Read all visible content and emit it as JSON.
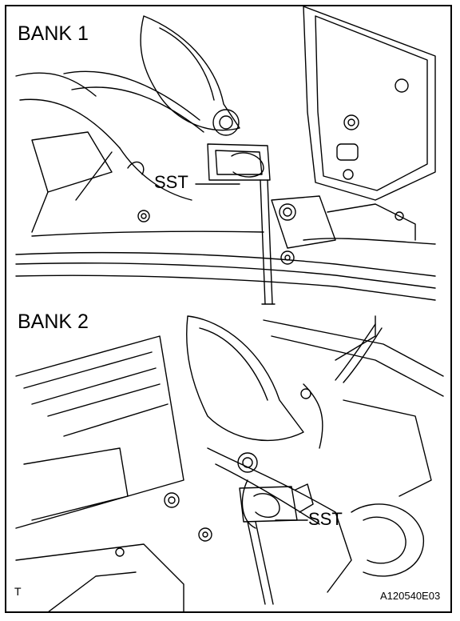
{
  "panel_top": {
    "title": "BANK 1",
    "callout": "SST"
  },
  "panel_bottom": {
    "title": "BANK 2",
    "callout": "SST"
  },
  "figure_code": "A120540E03",
  "corner_mark": "T",
  "colors": {
    "line": "#000000",
    "background": "#ffffff"
  }
}
